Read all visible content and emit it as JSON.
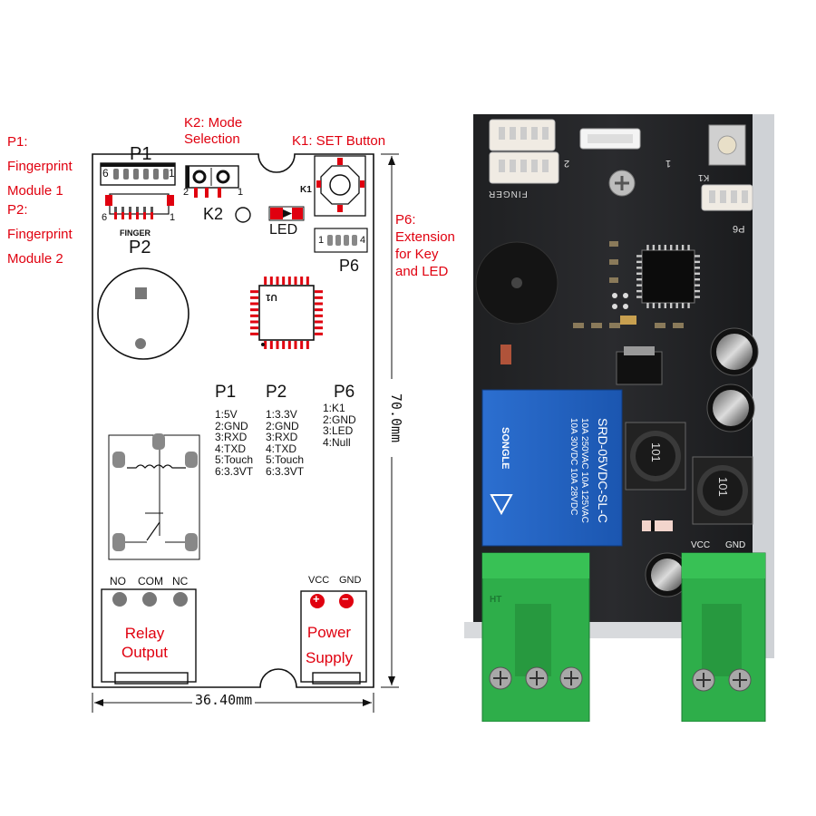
{
  "callouts": {
    "p1_left": [
      "P1:",
      "Fingerprint",
      "Module 1"
    ],
    "p2_left": [
      "P2:",
      "Fingerprint",
      "Module 2"
    ],
    "k2": [
      "K2: Mode",
      "Selection"
    ],
    "k1": "K1: SET Button",
    "p6": [
      "P6:",
      "Extension",
      "for Key",
      "and LED"
    ]
  },
  "schematic": {
    "p1_label": "P1",
    "p1_pin_first": "6",
    "p1_pin_last": "1",
    "p2_label": "P2",
    "p2_pin_first": "6",
    "p2_pin_last": "1",
    "finger_text": "FINGER",
    "k2_label": "K2",
    "k2_pin_left": "2",
    "k2_pin_right": "1",
    "k1_label": "K1",
    "led_label": "LED",
    "p6_label": "P6",
    "p6_pin_first": "1",
    "p6_pin_last": "4",
    "u_label": "U",
    "u_num": "1",
    "relay_terms": [
      "NO",
      "COM",
      "NC"
    ],
    "relay_output": [
      "Relay",
      "Output"
    ],
    "power_terms": [
      "VCC",
      "GND"
    ],
    "power_signs": [
      "+",
      "−"
    ],
    "power_supply": [
      "Power",
      "Supply"
    ],
    "width_dim": "36.40mm",
    "height_dim": "70.0mm"
  },
  "pin_tables": [
    {
      "title": "P1",
      "rows": [
        "1:5V",
        "2:GND",
        "3:RXD",
        "4:TXD",
        "5:Touch",
        "6:3.3VT"
      ]
    },
    {
      "title": "P2",
      "rows": [
        "1:3.3V",
        "2:GND",
        "3:RXD",
        "4:TXD",
        "5:Touch",
        "6:3.3VT"
      ]
    },
    {
      "title": "P6",
      "rows": [
        "1:K1",
        "2:GND",
        "3:LED",
        "4:Null"
      ]
    }
  ],
  "photo": {
    "finger_silk": "FINGER",
    "silk_2": "2",
    "silk_1": "1",
    "silk_k1": "K1",
    "silk_p6": "P6",
    "relay_brand": "SONGLE",
    "relay_model": "SRD-05VDC-SL-C",
    "relay_ratings": [
      "10A 250VAC  10A 125VAC",
      "10A  30VDC  10A  28VDC"
    ],
    "inductor_code": "101",
    "vcc": "VCC",
    "gnd": "GND",
    "ht": "HT"
  },
  "colors": {
    "accent": "#e0000f",
    "pcb": "#1b1c1e",
    "relay_blue": "#1e5fc0",
    "terminal_green": "#2eae4a"
  }
}
